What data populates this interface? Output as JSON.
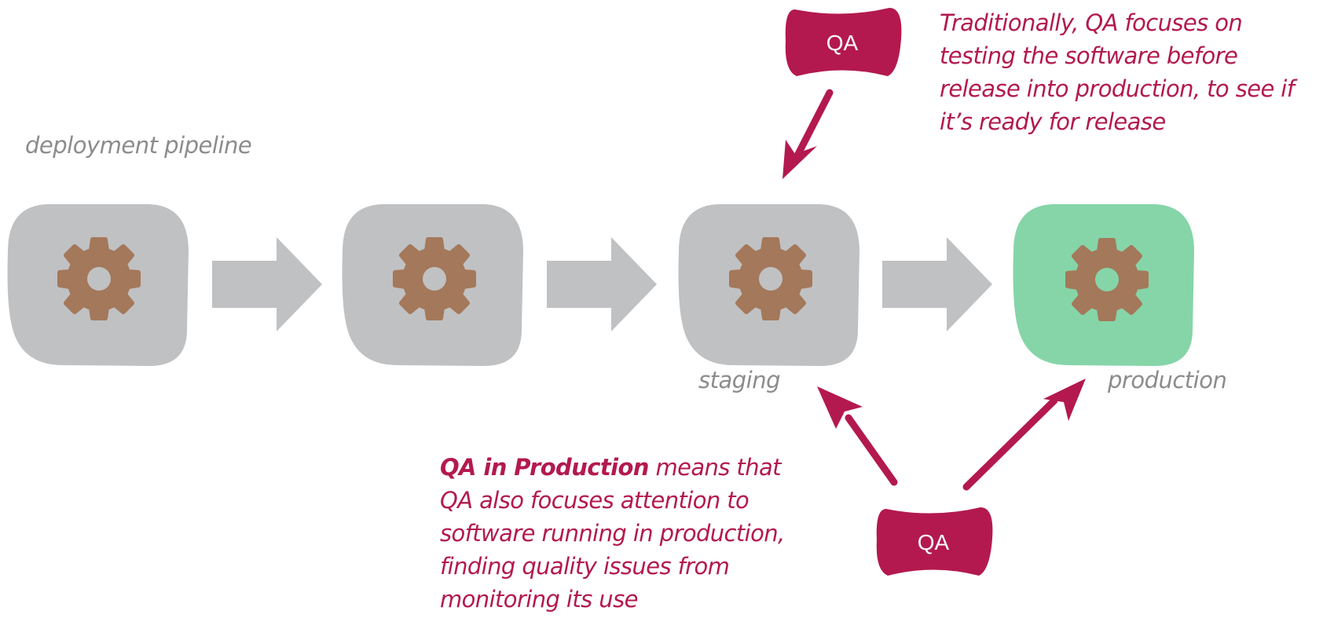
{
  "diagram": {
    "title_label": "deployment pipeline",
    "stages": [
      {
        "id": "stage-1",
        "label": "",
        "color": "#c0c1c3"
      },
      {
        "id": "stage-2",
        "label": "",
        "color": "#c0c1c3"
      },
      {
        "id": "stage-3",
        "label": "staging",
        "color": "#c0c1c3"
      },
      {
        "id": "stage-4",
        "label": "production",
        "color": "#86d5a8"
      }
    ],
    "gear_color": "#a4785a",
    "pipeline_arrow_color": "#c0c1c3",
    "qa_badges": [
      {
        "id": "qa-top",
        "label": "QA"
      },
      {
        "id": "qa-bottom",
        "label": "QA"
      }
    ],
    "qa_color": "#b3194f",
    "notes": {
      "traditional": "Traditionally, QA focuses on testing the software before release into production, to see if it’s ready for release",
      "traditional_lines": [
        "Traditionally, QA focuses on",
        "testing the software before",
        "release into production, to see if",
        "it’s ready for release"
      ],
      "production_bold": "QA in Production",
      "production_lines": [
        " means that",
        "QA also focuses attention to",
        "software running in production,",
        "finding quality issues from",
        "monitoring its use"
      ]
    }
  }
}
